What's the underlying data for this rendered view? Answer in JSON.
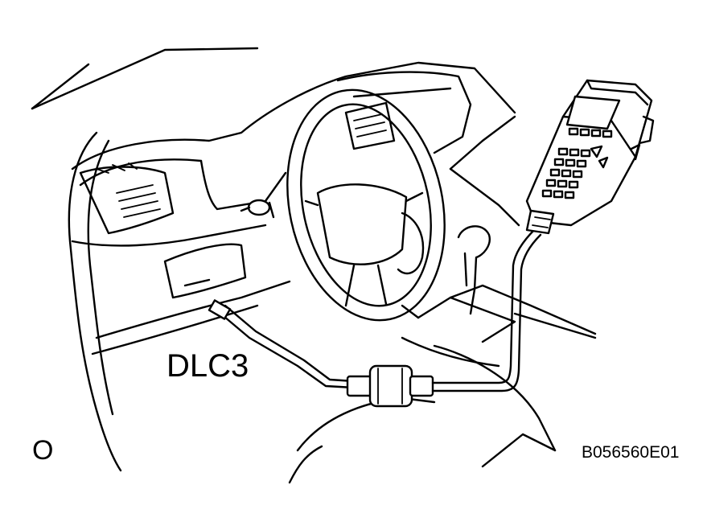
{
  "labels": {
    "connector": "DLC3",
    "corner_mark": "O",
    "figure_id": "B056560E01"
  }
}
